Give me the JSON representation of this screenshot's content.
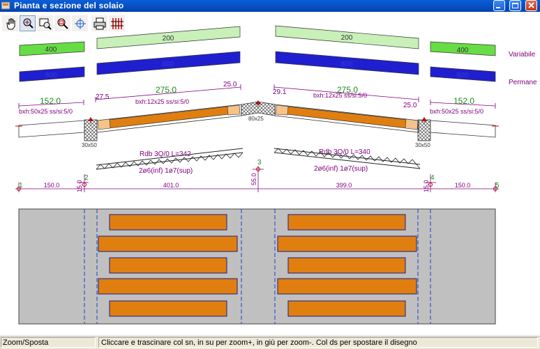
{
  "window": {
    "title": "Pianta e sezione del solaio"
  },
  "toolbar": {
    "buttons": [
      {
        "name": "pan-hand-icon"
      },
      {
        "name": "zoom-pan-icon",
        "active": true
      },
      {
        "name": "zoom-window-icon"
      },
      {
        "name": "zoom-all-icon"
      },
      {
        "name": "crosshair-icon"
      },
      {
        "name": "print-icon"
      },
      {
        "name": "grid-lines-icon"
      }
    ]
  },
  "loads": {
    "variabile_label": "Variabile",
    "permanente_label": "Permane",
    "variabile_values": [
      "400",
      "200",
      "200",
      "400"
    ],
    "permanente_values": [
      "800",
      "800",
      "800",
      "800"
    ],
    "variabile_color": "#66dd44",
    "permanente_color": "#1f1fd0"
  },
  "section": {
    "left_span_length": "152.0",
    "left_span_spec": "bxh:50x25  ss/si:5/0",
    "left_main_length": "275.0",
    "left_main_spec": "bxh:12x25  ss/si:5/0",
    "left_dim_a": "27.5",
    "left_dim_b": "25.0",
    "right_dim_a": "29.1",
    "right_main_length": "275.0",
    "right_main_spec": "bxh:12x25  ss/si:5/0",
    "right_dim_b": "25.0",
    "right_span_length": "152.0",
    "right_span_spec": "bxh:50x25  ss/si:5/0",
    "left_beam": "30x50",
    "right_beam": "30x50",
    "ridge_beam": "80x25",
    "beam_color": "#e07f10"
  },
  "reinforcement": {
    "left_title": "Rdb 3Q/0 L=342",
    "left_bars": "2ø6(inf)   1ø7(sup)",
    "right_title": "Rdb 3Q/0 L=340",
    "right_bars": "2ø6(inf)   1ø7(sup)"
  },
  "dimensions": {
    "supports": [
      "1",
      "2",
      "3",
      "4",
      "5"
    ],
    "spans": [
      "150.0",
      "401.0",
      "399.0",
      "150.0"
    ],
    "support_widths": [
      "15.0",
      "55.0",
      "15.0"
    ]
  },
  "statusbar": {
    "mode": "Zoom/Sposta",
    "hint": "Cliccare e trascinare col sn, in su per zoom+, in giù per zoom-. Col ds per spostare il disegno"
  }
}
